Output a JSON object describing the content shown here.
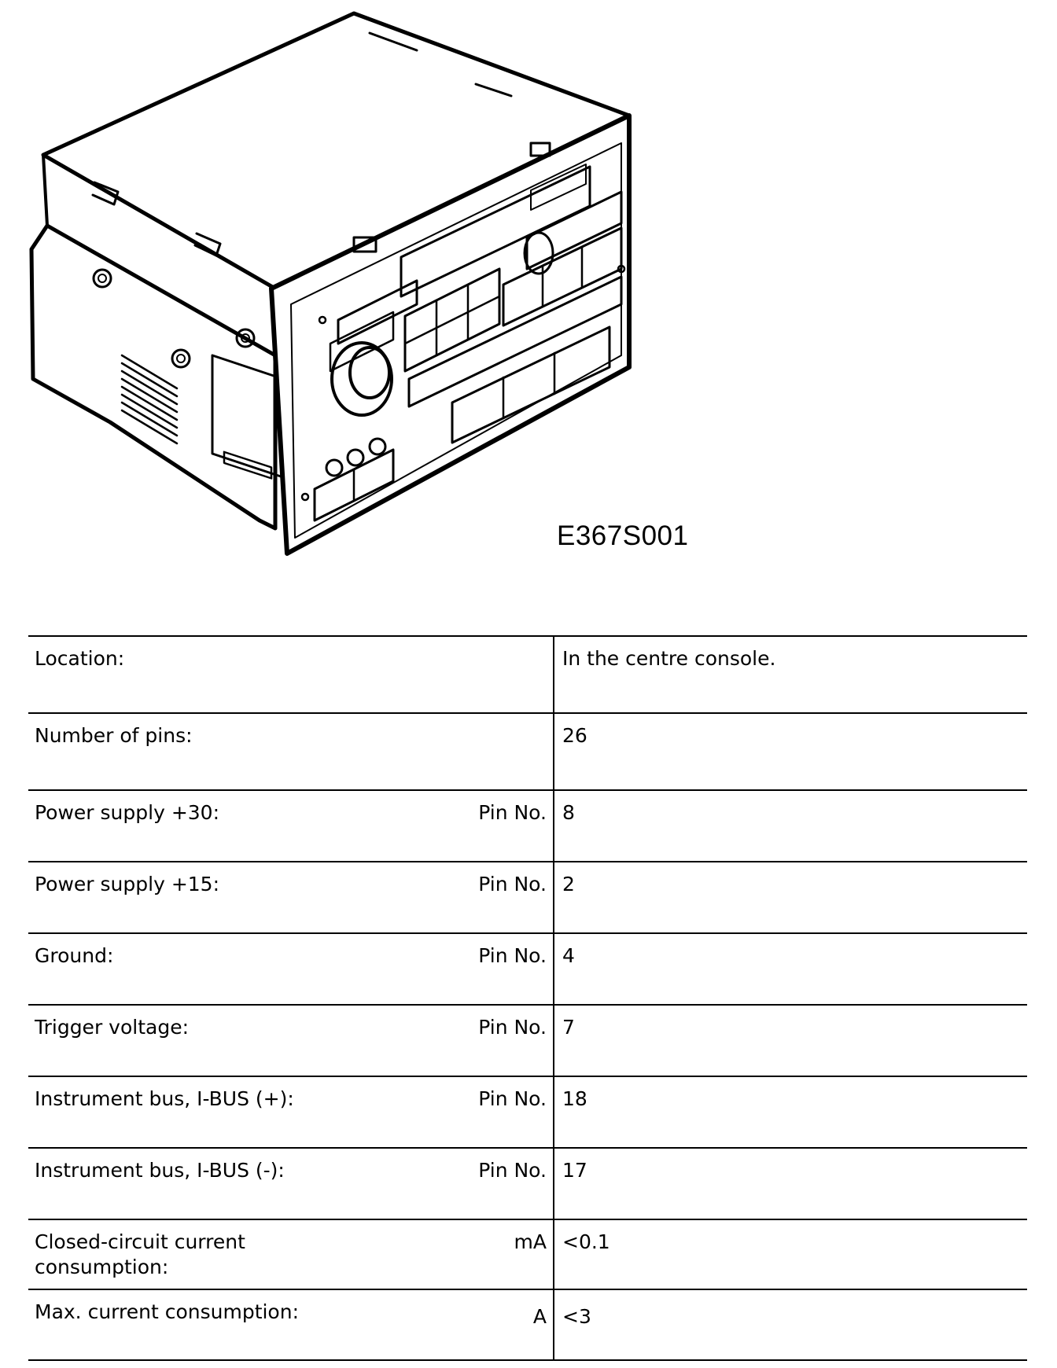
{
  "figure": {
    "code": "E367S001",
    "subject": "radio-unit-illustration"
  },
  "spec_rows": [
    {
      "label": "Location:",
      "unit": "",
      "value": "In the centre console."
    },
    {
      "label": "Number of pins:",
      "unit": "",
      "value": "26"
    },
    {
      "label": "Power supply +30:",
      "unit": "Pin No.",
      "value": "8"
    },
    {
      "label": "Power supply +15:",
      "unit": "Pin No.",
      "value": "2"
    },
    {
      "label": "Ground:",
      "unit": "Pin No.",
      "value": "4"
    },
    {
      "label": "Trigger voltage:",
      "unit": "Pin No.",
      "value": "7"
    },
    {
      "label": "Instrument bus, I-BUS (+):",
      "unit": "Pin No.",
      "value": "18"
    },
    {
      "label": "Instrument bus, I-BUS (-):",
      "unit": "Pin No.",
      "value": "17"
    },
    {
      "label": "Closed-circuit current consumption:",
      "unit": "mA",
      "value": "<0.1"
    },
    {
      "label": "Max. current consumption:",
      "unit": "A",
      "value": "<3"
    }
  ]
}
